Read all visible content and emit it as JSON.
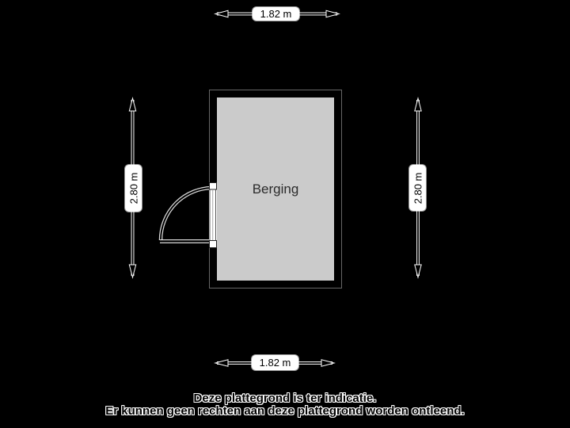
{
  "page": {
    "background_color": "#000000",
    "type": "floorplan"
  },
  "floorplan": {
    "room": {
      "name": "Berging",
      "floor_color": "#cbcbcb",
      "wall_color": "#000000"
    },
    "dimensions": {
      "top": "1.82 m",
      "bottom": "1.82 m",
      "left": "2.80 m",
      "right": "2.80 m",
      "width_m": 1.82,
      "height_m": 2.8
    },
    "door": {
      "type": "swing-door",
      "wall": "left"
    }
  },
  "disclaimer": {
    "line1": "Deze plattegrond is ter indicatie.",
    "line2": "Er kunnen geen rechten aan deze plattegrond worden ontleend."
  },
  "colors": {
    "label_background": "#ffffff",
    "label_text": "#000000",
    "line_color": "#000000",
    "halo_color": "#ffffff"
  }
}
